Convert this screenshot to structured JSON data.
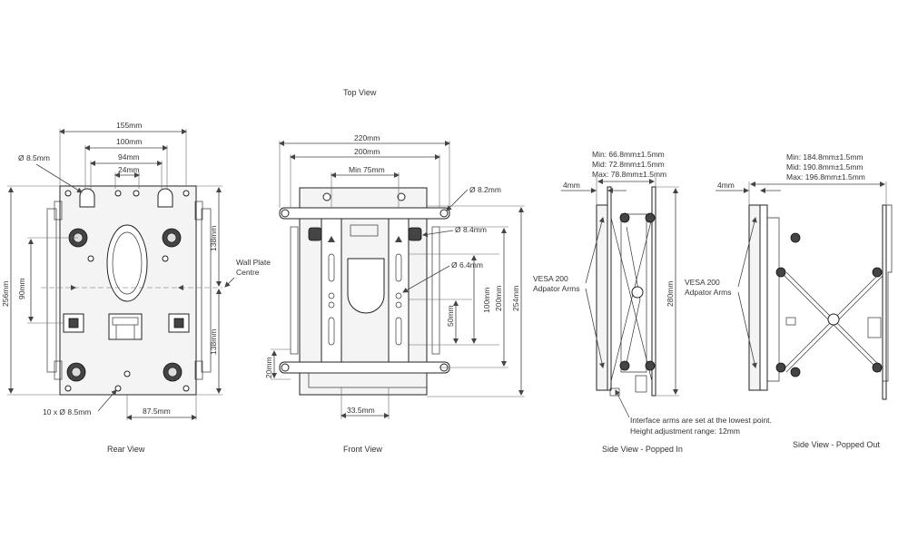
{
  "captions": {
    "top_view": "Top View",
    "rear_view": "Rear View",
    "front_view": "Front View",
    "side_popped_in": "Side View - Popped In",
    "side_popped_out": "Side View - Popped Out"
  },
  "rear": {
    "d155": "155mm",
    "d100": "100mm",
    "d94": "94mm",
    "d24": "24mm",
    "hole85": "Ø 8.5mm",
    "d256": "256mm",
    "d90": "90mm",
    "d138a": "138mm",
    "d138b": "138mm",
    "holes": "10 x Ø  8.5mm",
    "d875": "87.5mm",
    "wall_line1": "Wall Plate",
    "wall_line2": "Centre"
  },
  "front": {
    "d220": "220mm",
    "d200": "200mm",
    "min75": "Min 75mm",
    "hole82": "Ø 8.2mm",
    "hole84": "Ø 8.4mm",
    "hole64": "Ø 6.4mm",
    "d100": "100mm",
    "d200v": "200mm",
    "d254": "254mm",
    "d50": "50mm",
    "d20": "20mm",
    "d335": "33.5mm"
  },
  "side_in": {
    "min": "Min: 66.8mm±1.5mm",
    "mid": "Mid: 72.8mm±1.5mm",
    "max": "Max: 78.8mm±1.5mm",
    "d4": "4mm",
    "vesa1": "VESA 200",
    "vesa2": "Adpator Arms",
    "d280": "280mm",
    "note1": "Interface arms are set at the lowest point.",
    "note2": "Height adjustment range: 12mm"
  },
  "side_out": {
    "min": "Min: 184.8mm±1.5mm",
    "mid": "Mid: 190.8mm±1.5mm",
    "max": "Max: 196.8mm±1.5mm",
    "d4": "4mm",
    "vesa1": "VESA 200",
    "vesa2": "Adpator Arms"
  }
}
